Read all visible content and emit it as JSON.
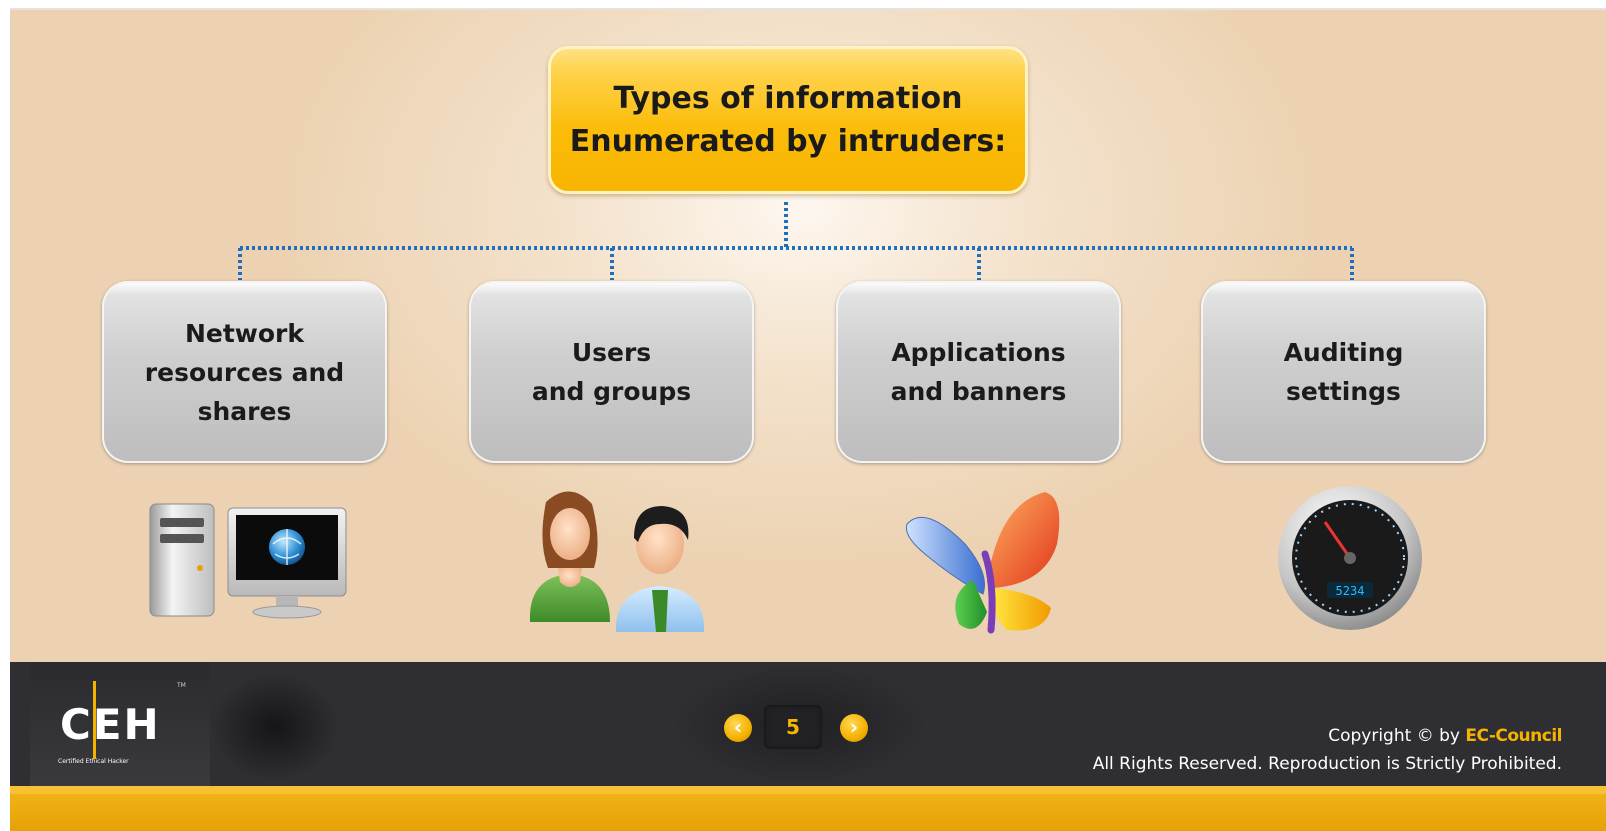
{
  "title": "Types of information\nEnumerated by intruders:",
  "categories": [
    {
      "label": "Network\nresources and\nshares",
      "icon": "network-computer-icon"
    },
    {
      "label": "Users\nand groups",
      "icon": "users-icon"
    },
    {
      "label": "Applications\nand banners",
      "icon": "butterfly-app-icon"
    },
    {
      "label": "Auditing\nsettings",
      "icon": "speedometer-gauge-icon"
    }
  ],
  "gauge_readout": "5234",
  "footer": {
    "logo_text": "CEH",
    "logo_subtitle": "Certified  Ethical  Hacker",
    "logo_tm": "TM",
    "page_number": "5",
    "prev_glyph": "‹",
    "next_glyph": "›",
    "copyright_prefix": "Copyright © by",
    "copyright_brand": "EC-Council",
    "rights": "All Rights Reserved. Reproduction is Strictly Prohibited."
  },
  "colors": {
    "accent": "#f7b300",
    "connector": "#1f6fbf",
    "footer_bg": "#2f2f33"
  }
}
